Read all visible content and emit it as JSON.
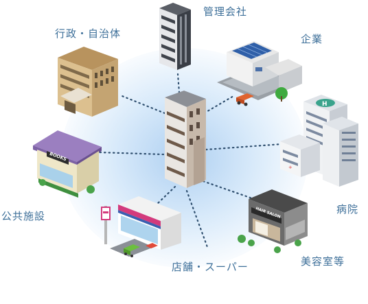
{
  "nodes": {
    "management": {
      "label": "管理会社"
    },
    "enterprise": {
      "label": "企業"
    },
    "government": {
      "label": "行政・自治体"
    },
    "public": {
      "label": "公共施設",
      "sign": "BOOKS"
    },
    "hospital": {
      "label": "病院"
    },
    "store": {
      "label": "店舗・スーパー"
    },
    "salon": {
      "label": "美容室等",
      "sign": "HAIR SALON"
    }
  },
  "colors": {
    "label": "#3d6f99",
    "connector": "#2f4f6f",
    "glow": "#bcd8f2"
  }
}
